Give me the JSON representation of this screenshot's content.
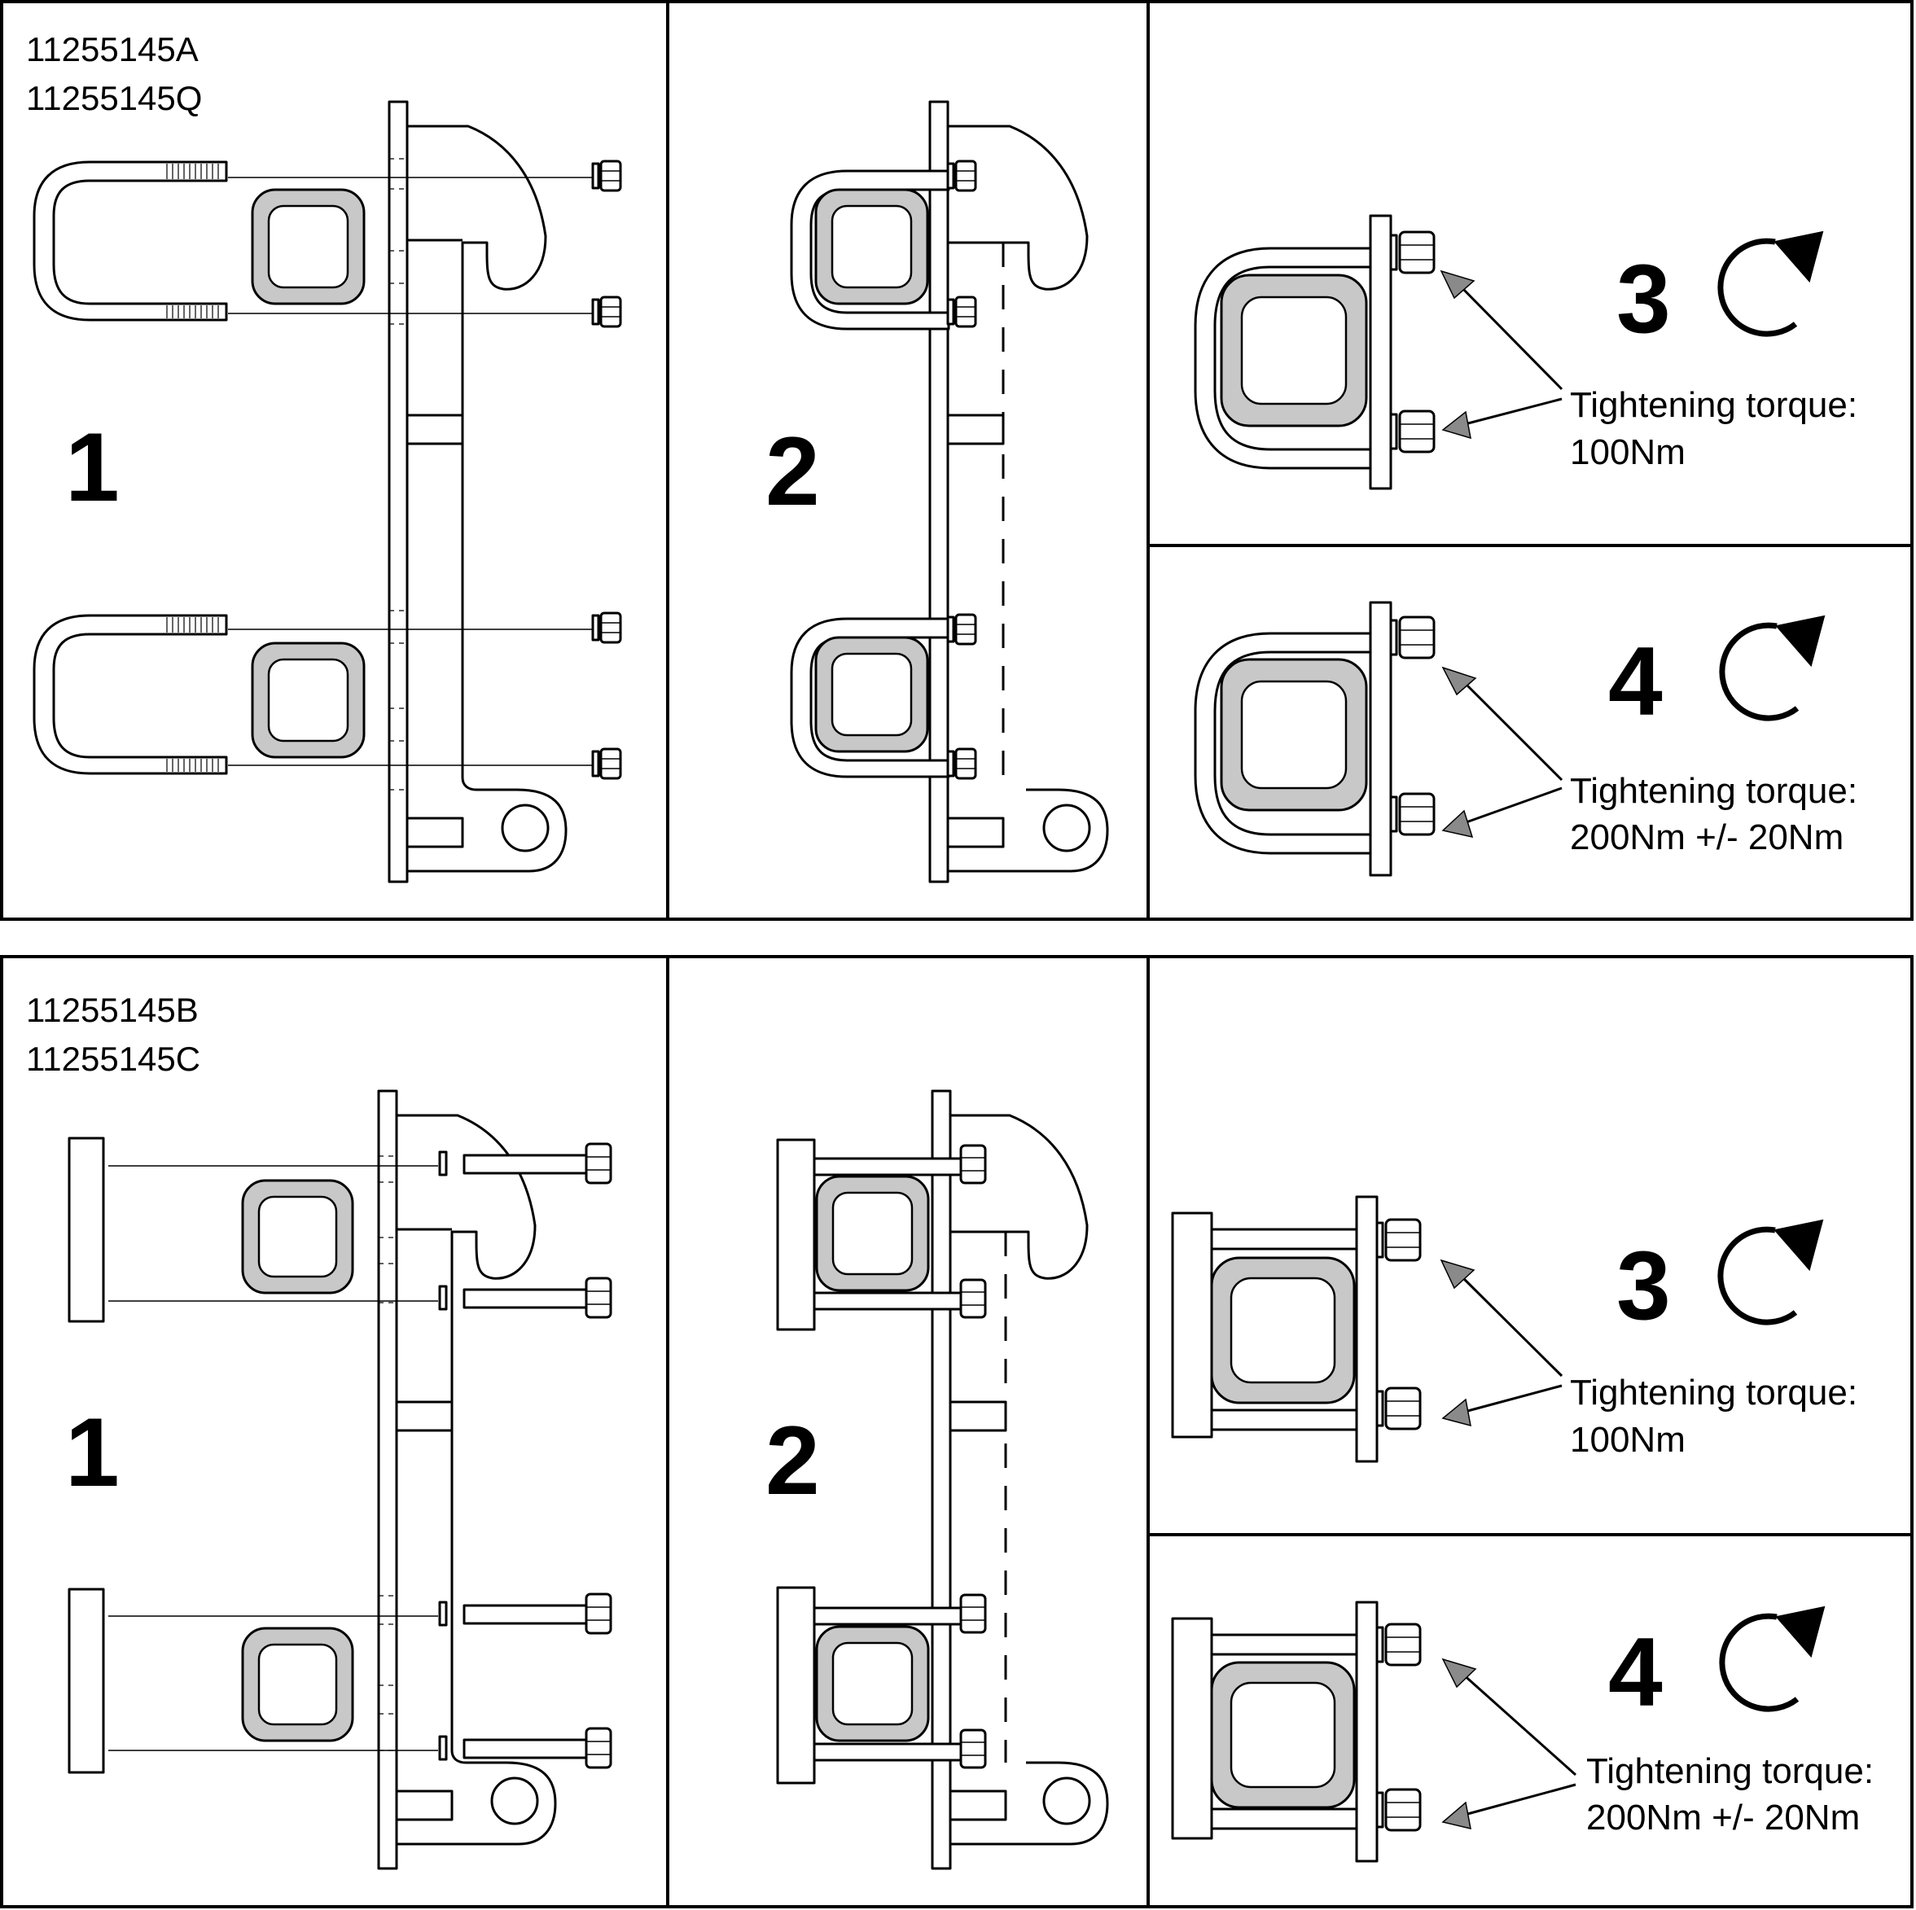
{
  "sections": [
    {
      "part_numbers": [
        "11255145A",
        "11255145Q"
      ],
      "steps": [
        {
          "number": "1"
        },
        {
          "number": "2"
        },
        {
          "number": "3",
          "torque_label": "Tightening torque:",
          "torque_value": "100Nm",
          "icon": "clockwise-rotation-icon"
        },
        {
          "number": "4",
          "torque_label": "Tightening torque:",
          "torque_value": "200Nm +/- 20Nm",
          "icon": "clockwise-rotation-icon"
        }
      ]
    },
    {
      "part_numbers": [
        "11255145B",
        "11255145C"
      ],
      "steps": [
        {
          "number": "1"
        },
        {
          "number": "2"
        },
        {
          "number": "3",
          "torque_label": "Tightening torque:",
          "torque_value": "100Nm",
          "icon": "clockwise-rotation-icon"
        },
        {
          "number": "4",
          "torque_label": "Tightening torque:",
          "torque_value": "200Nm +/- 20Nm",
          "icon": "clockwise-rotation-icon"
        }
      ]
    }
  ],
  "colors": {
    "tube_fill": "#c8c8c8",
    "arrowhead_fill": "#8a8a8a",
    "line": "#000000"
  }
}
